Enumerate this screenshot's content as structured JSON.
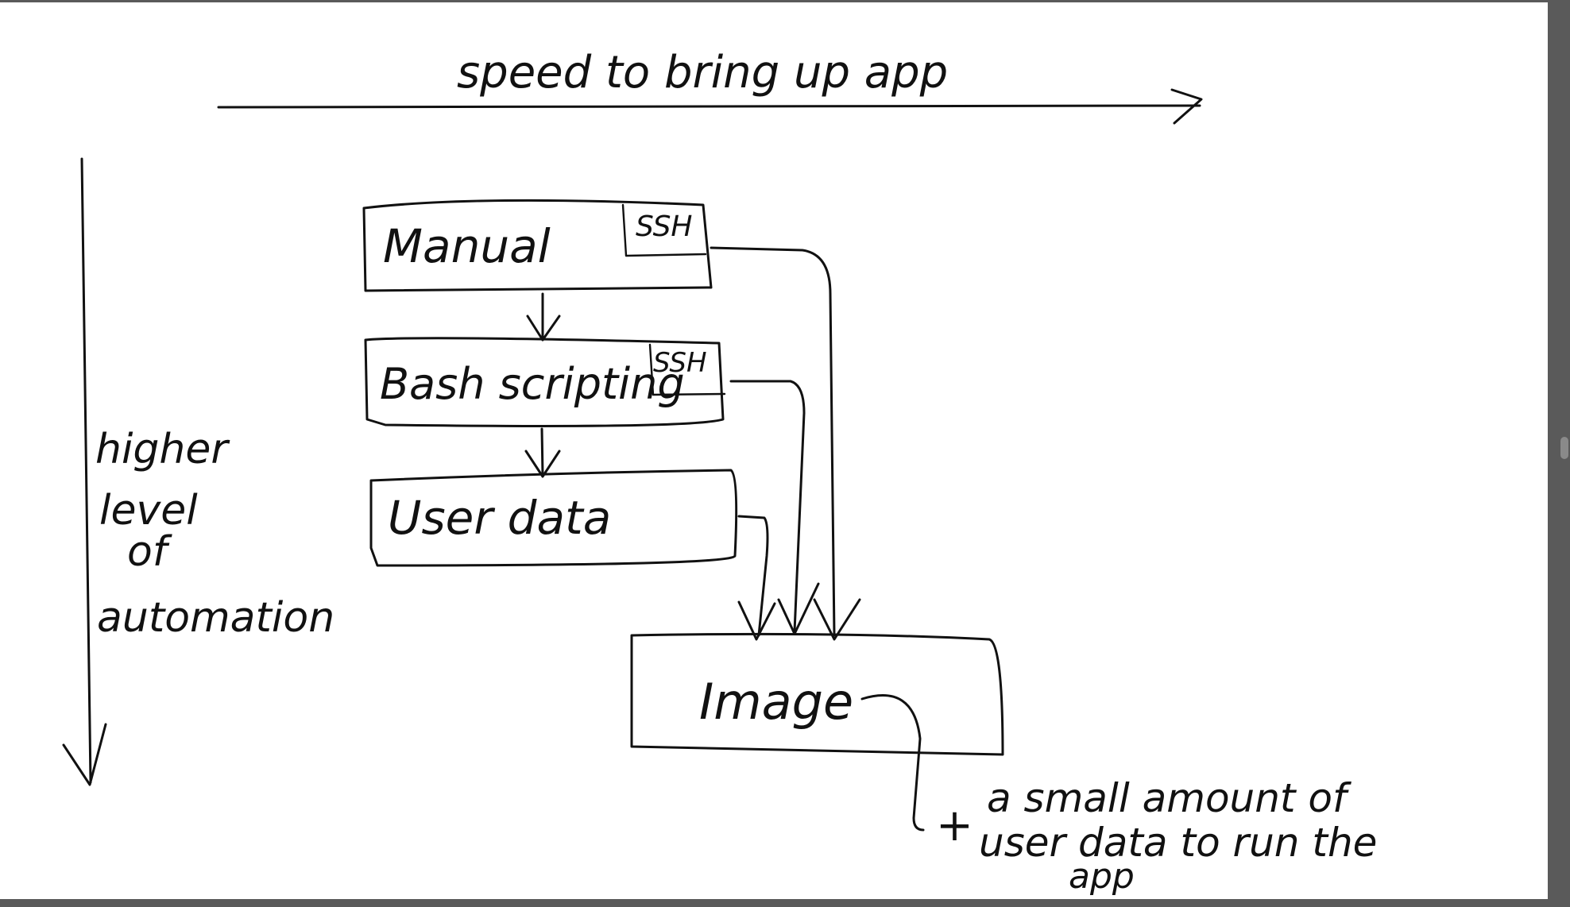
{
  "canvas": {
    "background": "#ffffff",
    "ink": "#111111",
    "chrome": "#5a5a5a"
  },
  "axes": {
    "horizontal_label": "speed to bring up app",
    "vertical_label_lines": [
      "higher",
      "level",
      "of",
      "automation"
    ]
  },
  "boxes": {
    "manual": {
      "label": "Manual",
      "badge": "SSH"
    },
    "bash": {
      "label": "Bash scripting",
      "badge": "SSH"
    },
    "user_data": {
      "label": "User data"
    },
    "image": {
      "label": "Image"
    }
  },
  "note": {
    "plus": "+",
    "lines": [
      "a small amount of",
      "user data to run the",
      "app"
    ]
  }
}
